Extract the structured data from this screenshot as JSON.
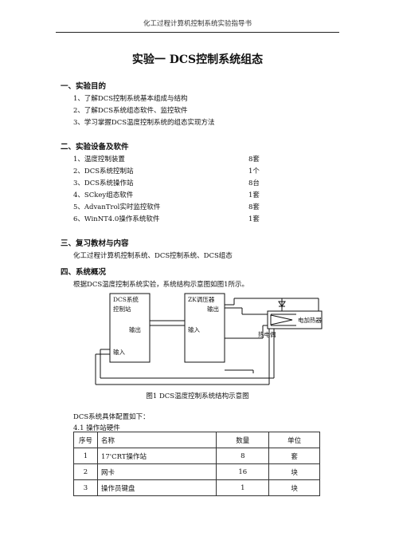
{
  "header": {
    "running_title": "化工过程计算机控制系统实验指导书"
  },
  "title": "实验一 DCS控制系统组态",
  "section1": {
    "heading": "一、实验目的",
    "items": [
      "1、了解DCS控制系统基本组成与结构",
      "2、了解DCS系统组态软件、监控软件",
      "3、学习掌握DCS温度控制系统的组态实现方法"
    ]
  },
  "section2": {
    "heading": "二、实验设备及软件",
    "items": [
      {
        "name": "1、温度控制装置",
        "qty": "8套"
      },
      {
        "name": "2、DCS系统控制站",
        "qty": "1个"
      },
      {
        "name": "3、DCS系统操作站",
        "qty": "8台"
      },
      {
        "name": "4、SCkey组态软件",
        "qty": "1套"
      },
      {
        "name": "5、AdvanTrol实时监控软件",
        "qty": "8套"
      },
      {
        "name": "6、WinNT4.0操作系统软件",
        "qty": "1套"
      }
    ]
  },
  "section3": {
    "heading": "三、复习教材与内容",
    "text": "化工过程计算机控制系统、DCS控制系统、DCS组态"
  },
  "section4": {
    "heading": "四、系统概况",
    "text": "根据DCS温度控制系统实验，系统结构示意图如图1所示。"
  },
  "diagram": {
    "dcs_line1": "DCS系统",
    "dcs_line2": "控制站",
    "dcs_output": "输出",
    "dcs_input": "输入",
    "zk_line1": "ZK调压器",
    "zk_output": "输出",
    "zk_input": "输入",
    "heater": "电加热器",
    "thermocouple": "热电偶",
    "caption": "图1 DCS温度控制系统结构示意图"
  },
  "config": {
    "intro": "DCS系统具体配置如下：",
    "subheading": "4.1 操作站硬件",
    "table": {
      "headers": [
        "序号",
        "名称",
        "数量",
        "单位"
      ],
      "rows": [
        [
          "1",
          "17'CRT操作站",
          "8",
          "套"
        ],
        [
          "2",
          "网卡",
          "16",
          "块"
        ],
        [
          "3",
          "操作员键盘",
          "1",
          "块"
        ]
      ]
    }
  }
}
